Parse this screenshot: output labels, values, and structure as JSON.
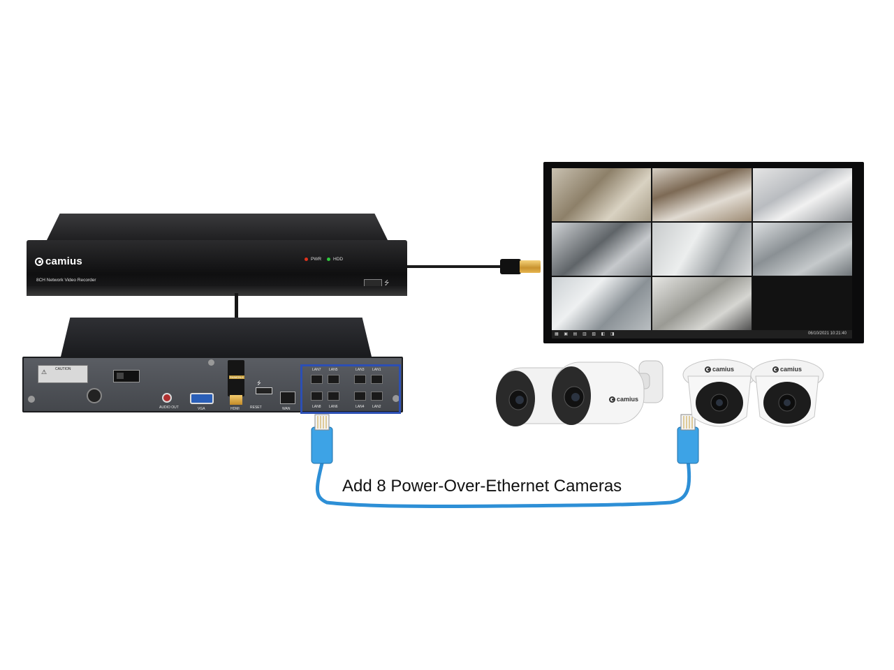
{
  "nvr": {
    "brand": "camius",
    "model_label": "8CH Network Video Recorder",
    "led_pwr": "PWR",
    "led_hdd": "HDD",
    "colors": {
      "pwr_led": "#e0321c",
      "hdd_led": "#2fc93d",
      "lan_highlight": "#2c4fb4"
    }
  },
  "nvr_back": {
    "warning_label": "CAUTION",
    "hdmi_cable_label": "RAIMON-6",
    "ports": {
      "audio_out": "AUDIO OUT",
      "vga": "VGA",
      "hdmi": "HDMI",
      "reset": "RESET",
      "wan": "WAN"
    },
    "lan_top": [
      "LAN7",
      "LAN5",
      "LAN3",
      "LAN1"
    ],
    "lan_bottom": [
      "LAN8",
      "LAN6",
      "LAN4",
      "LAN2"
    ]
  },
  "monitor": {
    "timestamp": "06/10/2021 10:21:40"
  },
  "cameras": {
    "brand": "camius",
    "bullet_count": 2,
    "dome_count": 2
  },
  "ethernet": {
    "cable_color": "#2d8fd6",
    "caption": "Add 8 Power-Over-Ethernet Cameras"
  }
}
